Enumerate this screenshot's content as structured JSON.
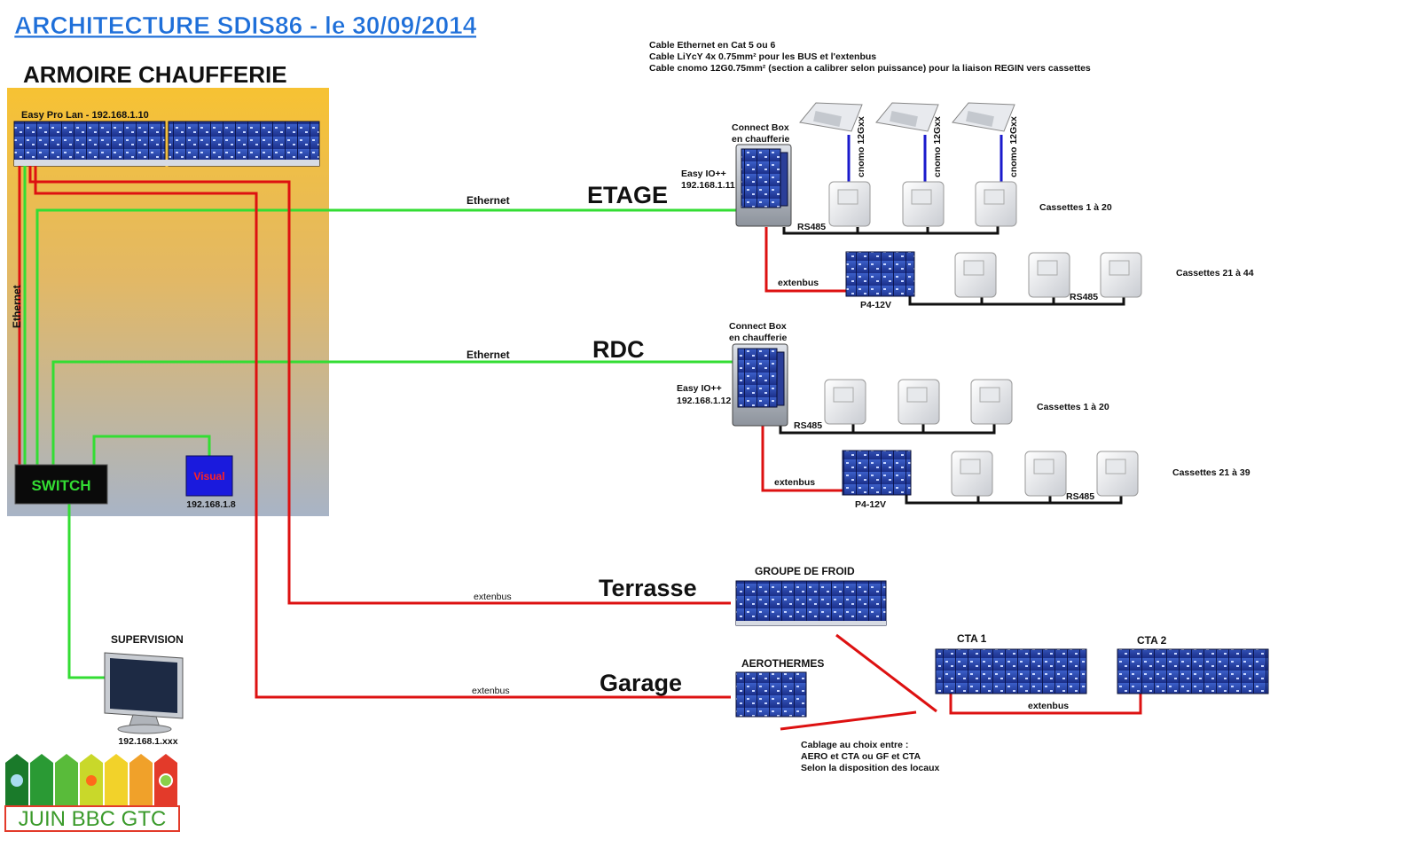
{
  "header": {
    "title": "ARCHITECTURE SDIS86 - le 30/09/2014",
    "notes": [
      "Cable Ethernet en Cat 5 ou 6",
      "Cable LiYcY 4x 0.75mm² pour les BUS et l'extenbus",
      "Cable cnomo 12G0.75mm² (section a calibrer selon puissance) pour la liaison REGIN vers cassettes"
    ]
  },
  "cabinet": {
    "title": "ARMOIRE CHAUFFERIE",
    "plc_label": "Easy Pro Lan - 192.168.1.10",
    "vertical_ethernet": "Ethernet",
    "switch_label": "SWITCH",
    "visual_label": "Visual",
    "visual_ip": "192.168.1.8"
  },
  "supervision": {
    "label": "SUPERVISION",
    "ip": "192.168.1.xxx"
  },
  "logo": {
    "text": "JUIN BBC GTC"
  },
  "floors": {
    "etage": {
      "name": "ETAGE",
      "link_label": "Ethernet",
      "connect_box": [
        "Connect Box",
        "en chaufferie"
      ],
      "io_label": [
        "Easy IO++",
        "192.168.1.11"
      ],
      "cnomo": "cnomo 12Gxx",
      "rs485_a": "RS485",
      "cassettes_a": "Cassettes 1 à 20",
      "extenbus": "extenbus",
      "module": "P4-12V",
      "rs485_b": "RS485",
      "cassettes_b": "Cassettes 21 à 44"
    },
    "rdc": {
      "name": "RDC",
      "link_label": "Ethernet",
      "connect_box": [
        "Connect Box",
        "en chaufferie"
      ],
      "io_label": [
        "Easy IO++",
        "192.168.1.12"
      ],
      "rs485_a": "RS485",
      "cassettes_a": "Cassettes 1 à 20",
      "extenbus": "extenbus",
      "module": "P4-12V",
      "rs485_b": "RS485",
      "cassettes_b": "Cassettes 21 à 39"
    }
  },
  "terrasse": {
    "name": "Terrasse",
    "link_label": "extenbus",
    "unit": "GROUPE DE FROID"
  },
  "garage": {
    "name": "Garage",
    "link_label": "extenbus",
    "unit": "AEROTHERMES"
  },
  "cta": {
    "cta1": "CTA 1",
    "cta2": "CTA 2",
    "link_label": "extenbus"
  },
  "cabling_note": [
    "Cablage au choix entre :",
    "AERO et CTA ou GF et CTA",
    "Selon la disposition des locaux"
  ],
  "colors": {
    "ethernet": "#33dd33",
    "extenbus": "#dd1111",
    "rs485": "#111111",
    "cnomo": "#1a1acc",
    "title": "#1e6fd9",
    "switch_text": "#33dd33",
    "visual_bg": "#1a1add",
    "visual_text": "#ff2222"
  }
}
